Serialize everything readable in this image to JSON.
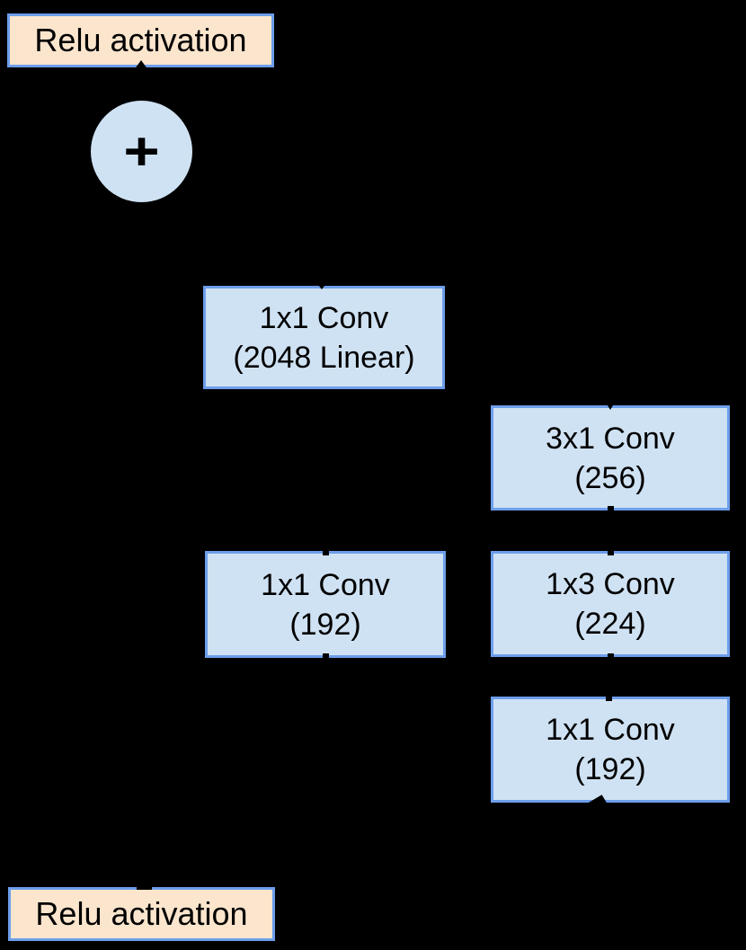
{
  "colors": {
    "background": "#000000",
    "conv_box_fill": "#cfe2f3",
    "box_border_blue": "#6d9eeb",
    "relu_box_fill": "#fce5cd",
    "text": "#000000"
  },
  "nodes": {
    "relu_top": {
      "label": "Relu activation"
    },
    "sum_junction": {
      "label": "+"
    },
    "conv_2048_linear": {
      "line1": "1x1 Conv",
      "line2": "(2048 Linear)"
    },
    "conv_3x1_256": {
      "line1": "3x1 Conv",
      "line2": "(256)"
    },
    "conv_1x1_192_left": {
      "line1": "1x1 Conv",
      "line2": "(192)"
    },
    "conv_1x3_224": {
      "line1": "1x3 Conv",
      "line2": "(224)"
    },
    "conv_1x1_192_right": {
      "line1": "1x1 Conv",
      "line2": "(192)"
    },
    "relu_bottom": {
      "label": "Relu activation"
    }
  }
}
